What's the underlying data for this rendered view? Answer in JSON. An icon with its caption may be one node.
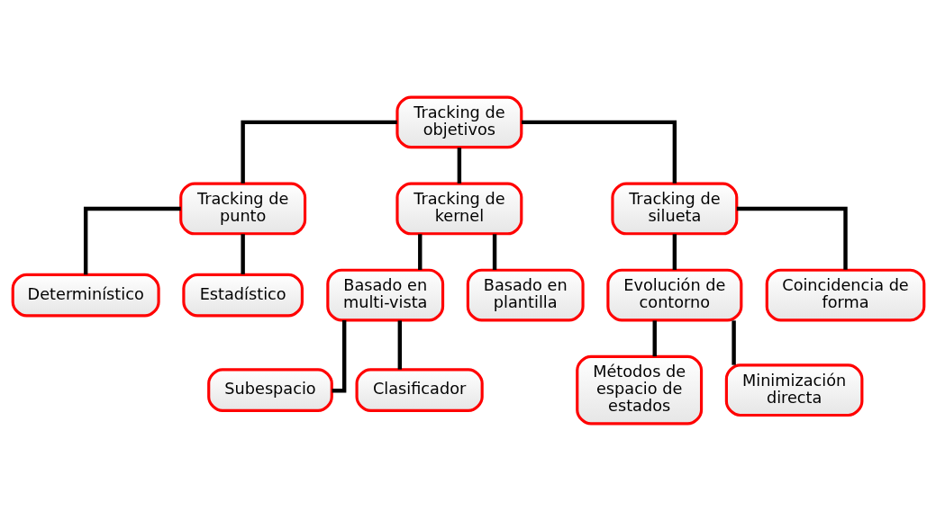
{
  "diagram": {
    "nodes": [
      {
        "text": [
          "Tracking de objetivos"
        ]
      },
      {
        "text": [
          "Tracking de punto"
        ]
      },
      {
        "text": [
          "Tracking de kernel"
        ]
      },
      {
        "text": [
          "Tracking de silueta"
        ]
      },
      {
        "text": [
          "Determinístico"
        ]
      },
      {
        "text": [
          "Estadístico"
        ]
      },
      {
        "text": [
          "Basado en multi-vista"
        ]
      },
      {
        "text": [
          "Basado en plantilla"
        ]
      },
      {
        "text": [
          "Subespacio"
        ]
      },
      {
        "text": [
          "Clasificador"
        ]
      },
      {
        "text": [
          "Evolución de contorno"
        ]
      },
      {
        "text": [
          "Coincidencia de forma"
        ]
      },
      {
        "text": [
          "Métodos de espacio de estados"
        ]
      },
      {
        "text": [
          "Minimización directa"
        ]
      }
    ],
    "edges": [
      {
        "from": 0,
        "to": 1,
        "arrow": "none"
      },
      {
        "from": 0,
        "to": 2,
        "arrow": "none"
      },
      {
        "from": 0,
        "to": 3,
        "arrow": "none"
      },
      {
        "from": 1,
        "to": 4,
        "arrow": "none"
      },
      {
        "from": 1,
        "to": 5,
        "arrow": "none"
      },
      {
        "from": 2,
        "to": 6,
        "arrow": "none"
      },
      {
        "from": 2,
        "to": 7,
        "arrow": "none"
      },
      {
        "from": 6,
        "to": 8,
        "arrow": "none"
      },
      {
        "from": 6,
        "to": 9,
        "arrow": "none"
      },
      {
        "from": 3,
        "to": 10,
        "arrow": "none"
      },
      {
        "from": 3,
        "to": 11,
        "arrow": "none"
      },
      {
        "from": 10,
        "to": 12,
        "arrow": "none"
      },
      {
        "from": 10,
        "to": 13,
        "arrow": "none"
      }
    ]
  }
}
